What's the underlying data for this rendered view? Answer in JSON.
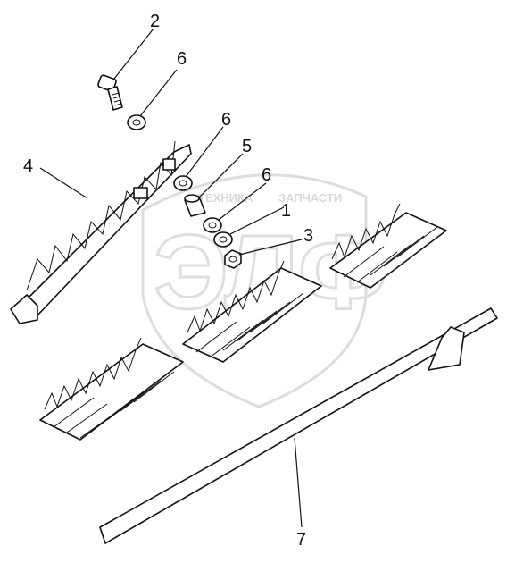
{
  "diagram": {
    "watermark": {
      "text_left": "ТЕХНИКА",
      "text_right": "ЗАПЧАСТИ",
      "logo_text": "ЭЛФ"
    },
    "callouts": [
      {
        "id": "label-2",
        "text": "2"
      },
      {
        "id": "label-6a",
        "text": "6"
      },
      {
        "id": "label-6b",
        "text": "6"
      },
      {
        "id": "label-5",
        "text": "5"
      },
      {
        "id": "label-6c",
        "text": "6"
      },
      {
        "id": "label-1",
        "text": "1"
      },
      {
        "id": "label-3",
        "text": "3"
      },
      {
        "id": "label-4",
        "text": "4"
      },
      {
        "id": "label-7",
        "text": "7"
      }
    ]
  }
}
